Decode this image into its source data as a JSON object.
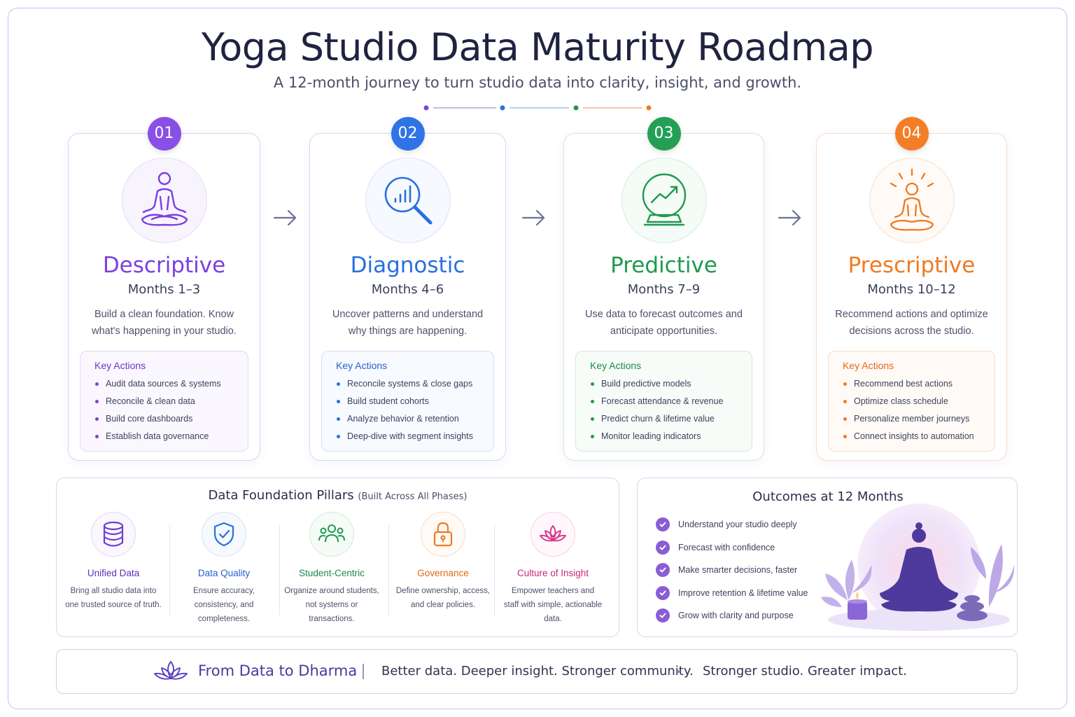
{
  "header": {
    "title": "Yoga Studio Data Maturity Roadmap",
    "subtitle": "A 12-month journey to turn studio data into clarity, insight, and growth."
  },
  "phases": [
    {
      "number": "01",
      "name": "Descriptive",
      "months": "Months 1–3",
      "description": "Build a clean foundation. Know what's happening in your studio.",
      "actions_title": "Key Actions",
      "actions": [
        "Audit data sources & systems",
        "Reconcile & clean data",
        "Build core dashboards",
        "Establish data governance"
      ],
      "icon": "meditation-icon",
      "color": "#7b3fe0"
    },
    {
      "number": "02",
      "name": "Diagnostic",
      "months": "Months 4–6",
      "description": "Uncover patterns and understand why things are happening.",
      "actions_title": "Key Actions",
      "actions": [
        "Reconcile systems & close gaps",
        "Build student cohorts",
        "Analyze behavior & retention",
        "Deep-dive with segment insights"
      ],
      "icon": "magnifier-chart-icon",
      "color": "#2a6fe0"
    },
    {
      "number": "03",
      "name": "Predictive",
      "months": "Months 7–9",
      "description": "Use data to forecast outcomes and anticipate opportunities.",
      "actions_title": "Key Actions",
      "actions": [
        "Build predictive models",
        "Forecast attendance & revenue",
        "Predict churn & lifetime value",
        "Monitor leading indicators"
      ],
      "icon": "crystal-ball-icon",
      "color": "#1f9a4f"
    },
    {
      "number": "04",
      "name": "Prescriptive",
      "months": "Months 10–12",
      "description": "Recommend actions and optimize decisions across the studio.",
      "actions_title": "Key Actions",
      "actions": [
        "Recommend best actions",
        "Optimize class schedule",
        "Personalize member journeys",
        "Connect insights to automation"
      ],
      "icon": "radiant-meditation-icon",
      "color": "#f07a22"
    }
  ],
  "pillars": {
    "title": "Data Foundation Pillars",
    "note": "(Built Across All Phases)",
    "items": [
      {
        "name": "Unified Data",
        "description": "Bring all studio data into one trusted source of truth.",
        "icon": "database-icon",
        "color": "#6b3fd1"
      },
      {
        "name": "Data Quality",
        "description": "Ensure accuracy, consistency, and completeness.",
        "icon": "shield-check-icon",
        "color": "#2a6fe0"
      },
      {
        "name": "Student-Centric",
        "description": "Organize around students, not systems or transactions.",
        "icon": "people-icon",
        "color": "#1f9a4f"
      },
      {
        "name": "Governance",
        "description": "Define ownership, access, and clear policies.",
        "icon": "lock-icon",
        "color": "#f07a22"
      },
      {
        "name": "Culture of Insight",
        "description": "Empower teachers and staff with simple, actionable data.",
        "icon": "lotus-icon",
        "color": "#d6338a"
      }
    ]
  },
  "outcomes": {
    "title": "Outcomes at 12 Months",
    "items": [
      "Understand your studio deeply",
      "Forecast with confidence",
      "Make smarter decisions, faster",
      "Improve retention & lifetime value",
      "Grow with clarity and purpose"
    ]
  },
  "footer": {
    "headline": "From Data to Dharma",
    "tagline_1": "Better data. Deeper insight. Stronger community.",
    "tagline_2": "Stronger studio. Greater impact."
  }
}
